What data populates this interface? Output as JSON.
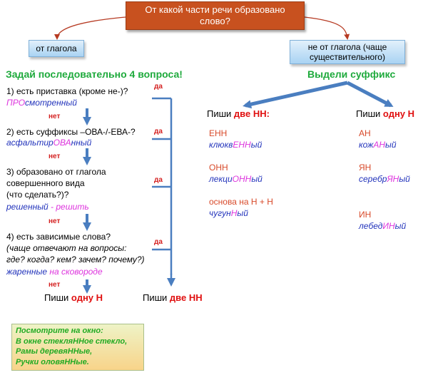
{
  "top_question": "От какой части речи образовано слово?",
  "left_branch_label": "от глагола",
  "right_branch_label": "не от глагола (чаще существительного)",
  "left_heading": "Задай последовательно 4 вопроса!",
  "right_heading": "Выдели суффикс",
  "yes": "да",
  "no": "нет",
  "questions": [
    {
      "text": "1) есть приставка (кроме не-)?",
      "example_prefix": "ПРО",
      "example_rest": "смотренный"
    },
    {
      "text": "2) есть суффиксы –ОВА-/-ЕВА-?",
      "example_start": "асфальтир",
      "example_suffix": "ОВА",
      "example_end": "нный"
    },
    {
      "text_lines": [
        "3) образовано от глагола",
        "совершенного вида",
        "(что сделать?)?"
      ],
      "example_a": "решенный",
      "example_dash": " - ",
      "example_b": "решить"
    },
    {
      "text_line1": "4) есть зависимые слова?",
      "hint_lines": [
        "(чаще отвечают на вопросы:",
        "где? когда? кем? зачем? почему?)"
      ],
      "example_a": "жаренные",
      "example_b": " на сковороде"
    }
  ],
  "write_prefix": "Пиши ",
  "write_one": "одну Н",
  "write_two": "две НН",
  "write_two_colon": "две НН:",
  "two_nn_suffixes": [
    {
      "suffix": "ЕНН",
      "ex_start": "клюкв",
      "ex_suf": "ЕНН",
      "ex_end": "ый"
    },
    {
      "suffix": "ОНН",
      "ex_start": "лекци",
      "ex_suf": "ОНН",
      "ex_end": "ый"
    },
    {
      "suffix": "основа на Н + Н",
      "ex_start": "чугун",
      "ex_suf": "Н",
      "ex_end": "ый"
    }
  ],
  "one_n_suffixes": [
    {
      "suffix": "АН",
      "ex_start": "кож",
      "ex_suf": "АН",
      "ex_end": "ый"
    },
    {
      "suffix": "ЯН",
      "ex_start": "серебр",
      "ex_suf": "ЯН",
      "ex_end": "ый"
    },
    {
      "suffix": "ИН",
      "ex_start": "лебед",
      "ex_suf": "ИН",
      "ex_end": "ый"
    }
  ],
  "note_lines": [
    "Посмотрите на окно:",
    "В окне стекляННое стекло,",
    "Рамы деревяННые,",
    "Ручки оловяННые."
  ],
  "colors": {
    "top_box": "#c8511f",
    "arrow_blue": "#4a7ec0",
    "heading_green": "#1eaa3c",
    "red": "#e01010",
    "example_blue": "#2233bb",
    "magenta": "#dd33dd"
  }
}
